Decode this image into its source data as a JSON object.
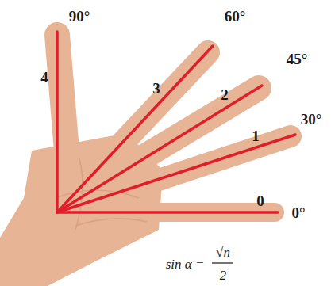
{
  "diagram": {
    "labels": [
      "90°",
      "60°",
      "45°",
      "30°",
      "0°",
      "4",
      "3",
      "2",
      "1",
      "0",
      "sin α =",
      "√n",
      "2"
    ]
  }
}
